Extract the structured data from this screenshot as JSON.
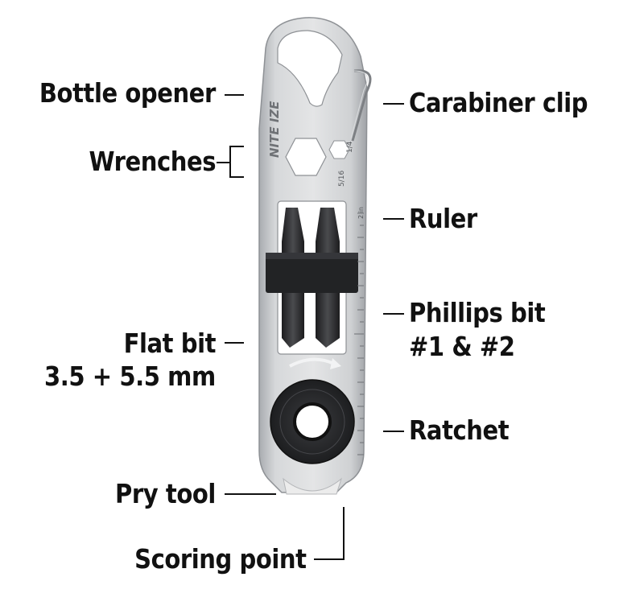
{
  "brand": {
    "logo_text": "NITE IZE"
  },
  "tool_markings": {
    "size_a": "1/4",
    "size_b": "5/16",
    "ruler_unit": "2 in"
  },
  "callouts": {
    "bottle_opener": "Bottle opener",
    "carabiner_clip": "Carabiner clip",
    "wrenches": "Wrenches",
    "ruler": "Ruler",
    "phillips_bit_line1": "Phillips bit",
    "phillips_bit_line2": "#1 & #2",
    "flat_bit_line1": "Flat bit",
    "flat_bit_line2": "3.5 + 5.5 mm",
    "ratchet": "Ratchet",
    "pry_tool": "Pry tool",
    "scoring_point": "Scoring point"
  },
  "colors": {
    "steel": "#c9cbcd",
    "steel_dark": "#9a9da1",
    "black_parts": "#2a2b2d",
    "label_text": "#111111"
  }
}
